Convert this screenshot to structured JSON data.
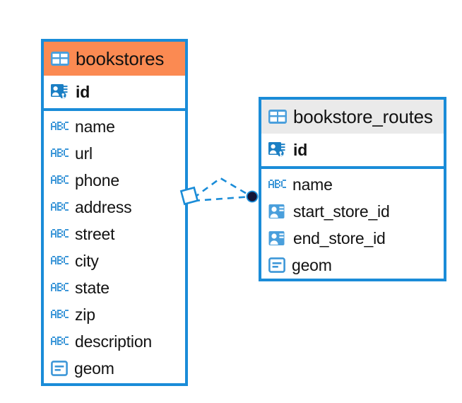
{
  "diagram": {
    "type": "entity-relationship-diagram",
    "background_color": "#ffffff",
    "accent_color": "#1a8cd8",
    "entities": [
      {
        "name": "bookstores",
        "header_color": "#fb8a52",
        "icon": "table-icon",
        "primary_key": {
          "label": "id",
          "icon": "primary-key-icon"
        },
        "fields": [
          {
            "label": "name",
            "icon": "text-abc-icon"
          },
          {
            "label": "url",
            "icon": "text-abc-icon"
          },
          {
            "label": "phone",
            "icon": "text-abc-icon"
          },
          {
            "label": "address",
            "icon": "text-abc-icon"
          },
          {
            "label": "street",
            "icon": "text-abc-icon"
          },
          {
            "label": "city",
            "icon": "text-abc-icon"
          },
          {
            "label": "state",
            "icon": "text-abc-icon"
          },
          {
            "label": "zip",
            "icon": "text-abc-icon"
          },
          {
            "label": "description",
            "icon": "text-abc-icon"
          },
          {
            "label": "geom",
            "icon": "geometry-icon"
          }
        ]
      },
      {
        "name": "bookstore_routes",
        "header_color": "#eaeaea",
        "icon": "table-icon",
        "primary_key": {
          "label": "id",
          "icon": "primary-key-icon"
        },
        "fields": [
          {
            "label": "name",
            "icon": "text-abc-icon"
          },
          {
            "label": "start_store_id",
            "icon": "foreign-key-icon"
          },
          {
            "label": "end_store_id",
            "icon": "foreign-key-icon"
          },
          {
            "label": "geom",
            "icon": "geometry-icon"
          }
        ]
      }
    ],
    "relationship": {
      "from": "bookstores",
      "to": "bookstore_routes",
      "line_style": "dashed",
      "line_color": "#1a8cd8",
      "source_marker": "diamond-outline",
      "target_marker": "filled-circle",
      "target_marker_color": "#111133"
    }
  }
}
